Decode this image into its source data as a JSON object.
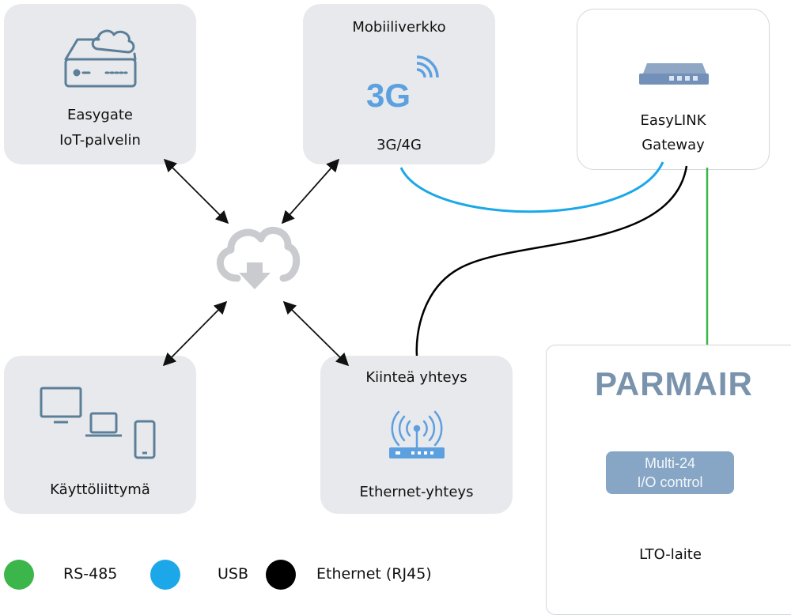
{
  "nodes": {
    "server": {
      "line1": "Easygate",
      "line2": "IoT-palvelin"
    },
    "mobile": {
      "title": "Mobiiliverkko",
      "badge": "3G",
      "label": "3G/4G"
    },
    "gateway": {
      "line1": "EasyLINK",
      "line2": "Gateway"
    },
    "ui": {
      "label": "Käyttöliittymä"
    },
    "fixed": {
      "title": "Kiinteä yhteys",
      "label": "Ethernet-yhteys"
    },
    "device": {
      "brand": "PARMAIR",
      "module_line1": "Multi-24",
      "module_line2": "I/O control",
      "label": "LTO-laite"
    }
  },
  "legend": [
    {
      "label": "RS-485",
      "color": "#3cb54a"
    },
    {
      "label": "USB",
      "color": "#1ca8e8"
    },
    {
      "label": "Ethernet (RJ45)",
      "color": "#000000"
    }
  ],
  "icons": [
    "server-cloud-icon",
    "signal-3g-icon",
    "router-icon",
    "cloud-download-icon",
    "devices-icon",
    "wifi-router-icon"
  ]
}
